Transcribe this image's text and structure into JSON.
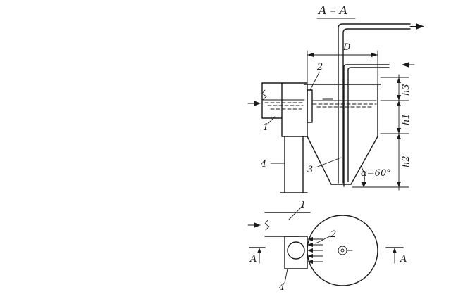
{
  "figure": {
    "section_title": "A – A",
    "labels": {
      "diameter": "D",
      "h3": "h3",
      "h1": "h1",
      "h2": "h2",
      "angle": "α=60°",
      "n1_top": "1",
      "n2_top": "2",
      "n3": "3",
      "n4_top": "4",
      "n1_bottom": "1",
      "n2_bottom": "2",
      "n4_bottom": "4",
      "a_left": "A",
      "a_right": "A"
    }
  }
}
